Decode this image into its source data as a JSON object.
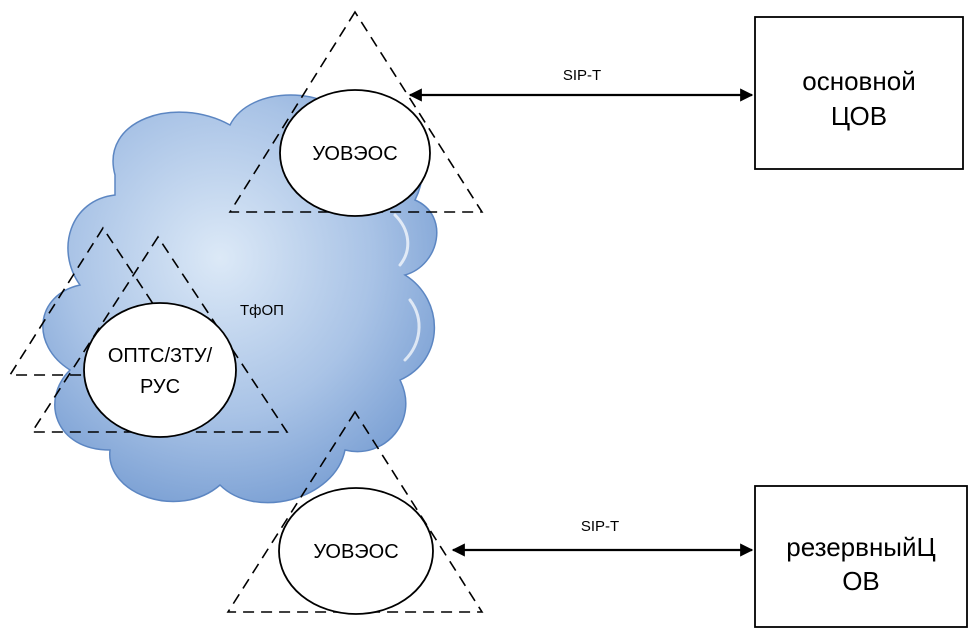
{
  "network": {
    "label": "ТфОП"
  },
  "nodes": {
    "top": {
      "label": "УОВЭОС"
    },
    "bottom": {
      "label": "УОВЭОС"
    },
    "left": {
      "line1": "ОПТС/ЗТУ/",
      "line2": "РУС"
    }
  },
  "links": {
    "top": {
      "protocol": "SIP-T"
    },
    "bottom": {
      "protocol": "SIP-T"
    }
  },
  "centers": {
    "primary": {
      "line1": "основной",
      "line2": "ЦОВ"
    },
    "backup": {
      "line1": "резервныйЦ",
      "line2": "ОВ"
    }
  },
  "colors": {
    "cloud_light": "#dce9f7",
    "cloud_mid": "#a9c3e6",
    "cloud_dark": "#6f97cf"
  }
}
